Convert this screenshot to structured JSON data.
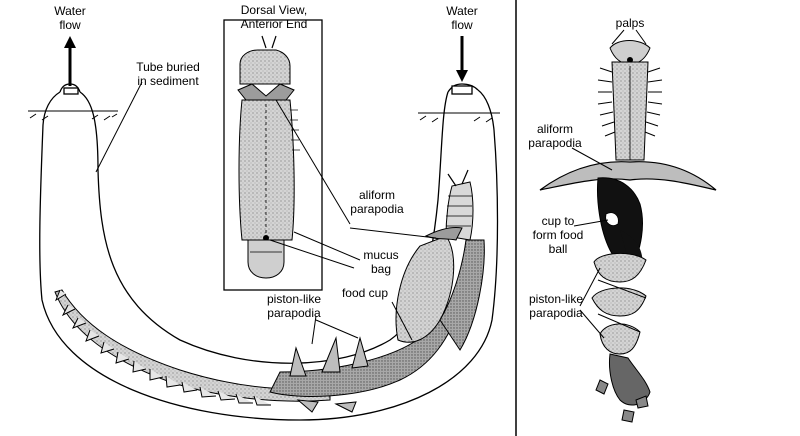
{
  "colors": {
    "ink": "#000000",
    "sediment": "#7a7a7a",
    "tissue_light": "#c9c9c9",
    "tissue_mid": "#a3a3a3",
    "tissue_dark": "#6f6f6f",
    "background": "#ffffff"
  },
  "labels": {
    "water_flow_left": "Water\nflow",
    "water_flow_right": "Water\nflow",
    "tube_buried": "Tube buried\nin sediment",
    "dorsal_view": "Dorsal View,\nAnterior End",
    "aliform_left": "aliform\nparapodia",
    "mucus_bag": "mucus\nbag",
    "food_cup": "food cup",
    "piston_left": "piston-like\nparapodia",
    "palps": "palps",
    "aliform_right": "aliform\nparapodia",
    "cup_food_ball": "cup to\nform food\nball",
    "piston_right": "piston-like\nparapodia"
  },
  "icons": {
    "arrow_up": "arrow-up-icon",
    "arrow_down": "arrow-down-icon"
  }
}
